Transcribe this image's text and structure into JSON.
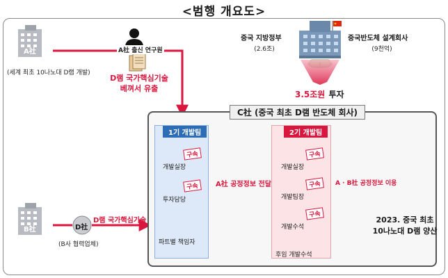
{
  "title": "<범행 개요도>",
  "companyA": {
    "name": "A社",
    "desc": "(세계 최초 10나노대 D램 개발)"
  },
  "researcher": {
    "label": "A社 출신 연구원"
  },
  "leak": {
    "line1": "D램 국가핵심기술",
    "line2": "베껴서 유출"
  },
  "chinaGov": {
    "name": "중국 지방정부",
    "amount": "(2.6조)"
  },
  "chinaChip": {
    "name": "중국반도체 설계회사",
    "amount": "(9천억)"
  },
  "investment": {
    "value": "3.5조원",
    "suffix": "투자"
  },
  "companyC": {
    "title": "C社 (중국 최초 D램 반도체 회사)"
  },
  "team1": {
    "tag": "1기 개발팀",
    "members": [
      {
        "role": "개발실장",
        "stamp": "구속"
      },
      {
        "role": "투자담당",
        "stamp": "구속"
      },
      {
        "role": "파트별 책임자",
        "stamp": ""
      }
    ]
  },
  "team2": {
    "tag": "2기 개발팀",
    "members": [
      {
        "role": "개발실장",
        "stamp": "구속"
      },
      {
        "role": "개발팀장",
        "stamp": "구속"
      },
      {
        "role": "개발수석",
        "stamp": "구속"
      },
      {
        "role": "후임 개발수석",
        "stamp": ""
      }
    ]
  },
  "transfer": {
    "label": "A社 공정정보 전달"
  },
  "use": {
    "label": "A · B社 공정정보 이용"
  },
  "result": {
    "line1": "2023. 중국 최초",
    "line2": "10나노대 D램 양산"
  },
  "companyB": {
    "name": "B社"
  },
  "companyD": {
    "name": "D社",
    "desc": "(B사 협력업체)"
  },
  "bLeak": {
    "label": "D램 국가핵심기술"
  },
  "colors": {
    "red": "#d9163d",
    "blue": "#2d6db5",
    "team1_bg": "#dde9f8",
    "team2_bg": "#fbe3e6"
  }
}
